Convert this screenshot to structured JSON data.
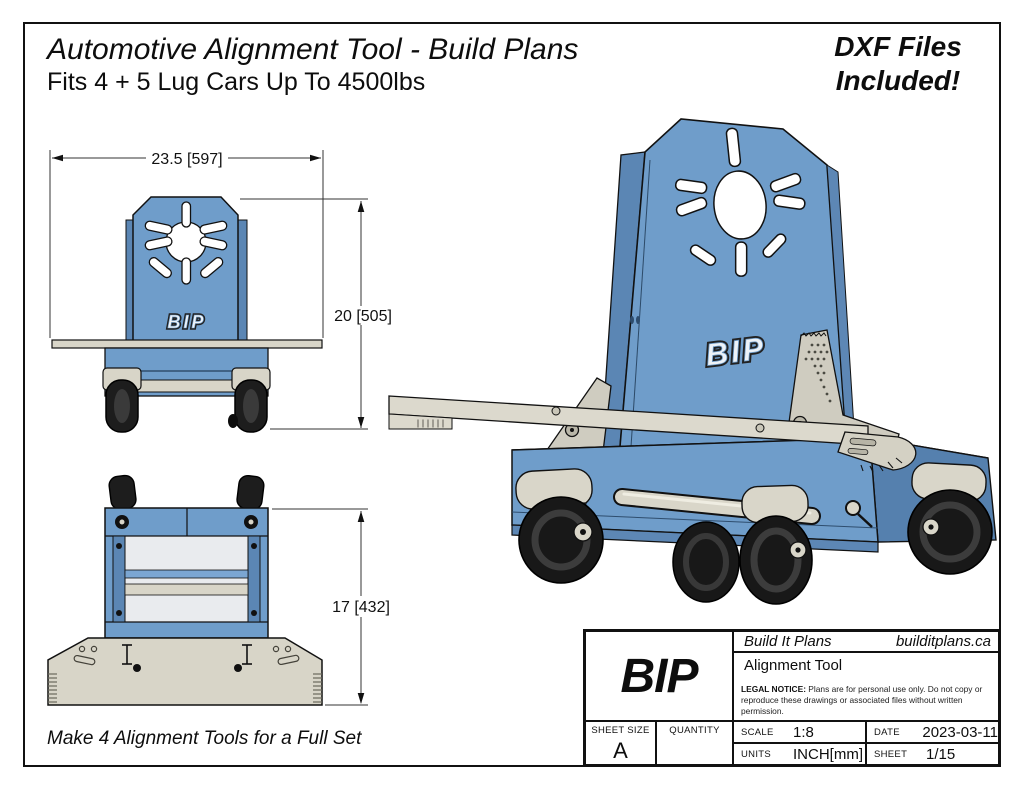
{
  "page": {
    "title": "Automotive Alignment Tool - Build Plans",
    "subtitle": "Fits 4 + 5 Lug Cars Up To 4500lbs",
    "badge_line1": "DXF Files",
    "badge_line2": "Included!",
    "note": "Make 4 Alignment Tools for a Full Set"
  },
  "views": {
    "front": {
      "dim_width": "23.5 [597]",
      "dim_height": "20 [505]",
      "logo": "BIP"
    },
    "top": {
      "dim_height": "17 [432]"
    },
    "iso": {
      "logo": "BIP"
    }
  },
  "title_block": {
    "logo": "BIP",
    "company": "Build It Plans",
    "website": "builditplans.ca",
    "drawing_title": "Alignment Tool",
    "legal_label": "LEGAL NOTICE:",
    "legal_text": " Plans are for personal use only. Do not copy or reproduce these drawings or associated files without written permission.",
    "sheet_size_label": "SHEET SIZE",
    "sheet_size": "A",
    "quantity_label": "QUANTITY",
    "scale_label": "SCALE",
    "scale": "1:8",
    "units_label": "UNITS",
    "units": "INCH[mm]",
    "date_label": "DATE",
    "date": "2023-03-11",
    "sheet_label": "SHEET",
    "sheet": "1/15"
  },
  "colors": {
    "part_blue": "#6f9dca",
    "part_blue_dark": "#5b86b4",
    "part_blue_light": "#7ba6d2",
    "part_tan": "#d8d5c8",
    "part_tan_dark": "#b3b0a2",
    "wheel_black": "#1c1c1c",
    "line": "#111111"
  }
}
